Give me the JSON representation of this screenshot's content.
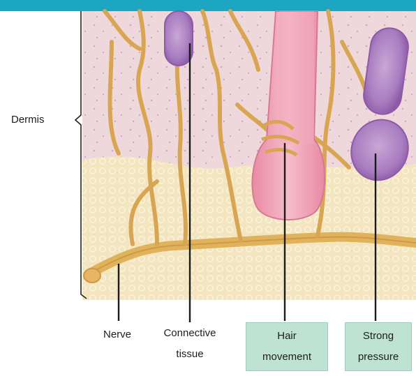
{
  "labels": {
    "dermis": "Dermis",
    "nerve": "Nerve",
    "connective_line1": "Connective",
    "connective_line2": "tissue",
    "hair_line1": "Hair",
    "hair_line2": "movement",
    "pressure_line1": "Strong",
    "pressure_line2": "pressure"
  },
  "colors": {
    "top_band": "#1ca6c0",
    "dermis_tissue": "#efd6d8",
    "fatty_tissue": "#f3e5c0",
    "nerve_fibers": "#e0b25c",
    "hair_follicle": "#ec9fb3",
    "pressure_corpuscle": "#b48bc6",
    "label_box": "#bfe3d2"
  }
}
